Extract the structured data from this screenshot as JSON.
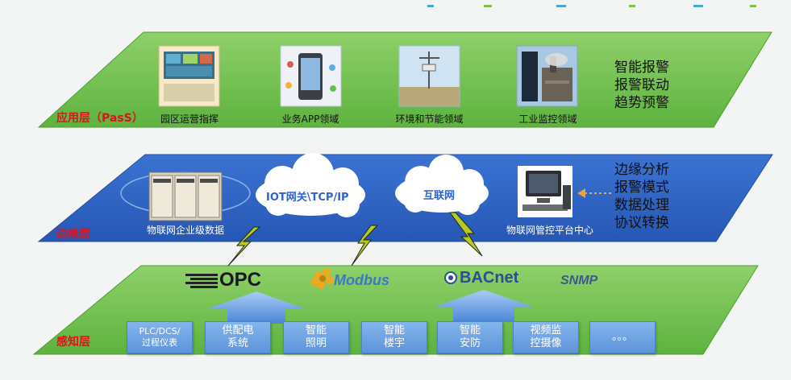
{
  "layers": {
    "application": {
      "name": "应用层（PasS）",
      "items": [
        {
          "label": "园区运营指挥",
          "icon": "control-room-photo"
        },
        {
          "label": "业务APP领域",
          "icon": "mobile-app-photo"
        },
        {
          "label": "环境和节能领域",
          "icon": "weather-station-photo"
        },
        {
          "label": "工业监控领域",
          "icon": "factory-photo"
        }
      ],
      "features": [
        "智能报警",
        "报警联动",
        "趋势预警"
      ]
    },
    "edge": {
      "name": "边缘层",
      "server_label": "物联网企业级数据",
      "cloud_gateway": "IOT网关\\TCP/IP",
      "cloud_internet": "互联网",
      "platform_label": "物联网管控平台中心",
      "features": [
        "边缘分析",
        "报警模式",
        "数据处理",
        "协议转换"
      ]
    },
    "perception": {
      "name": "感知层",
      "protocols": [
        "OPC",
        "Modbus",
        "BACnet",
        "SNMP"
      ],
      "boxes": [
        "PLC/DCS/\n过程仪表",
        "供配电\n系统",
        "智能\n照明",
        "智能\n楼宇",
        "智能\n安防",
        "视频监\n控摄像",
        "。。。"
      ]
    }
  },
  "colors": {
    "green_layer": "#6cc04a",
    "blue_layer": "#2f63c4",
    "layer_name": "#e0121b",
    "box_blue": "#6fa3e3",
    "lightning": "#b8c824"
  }
}
